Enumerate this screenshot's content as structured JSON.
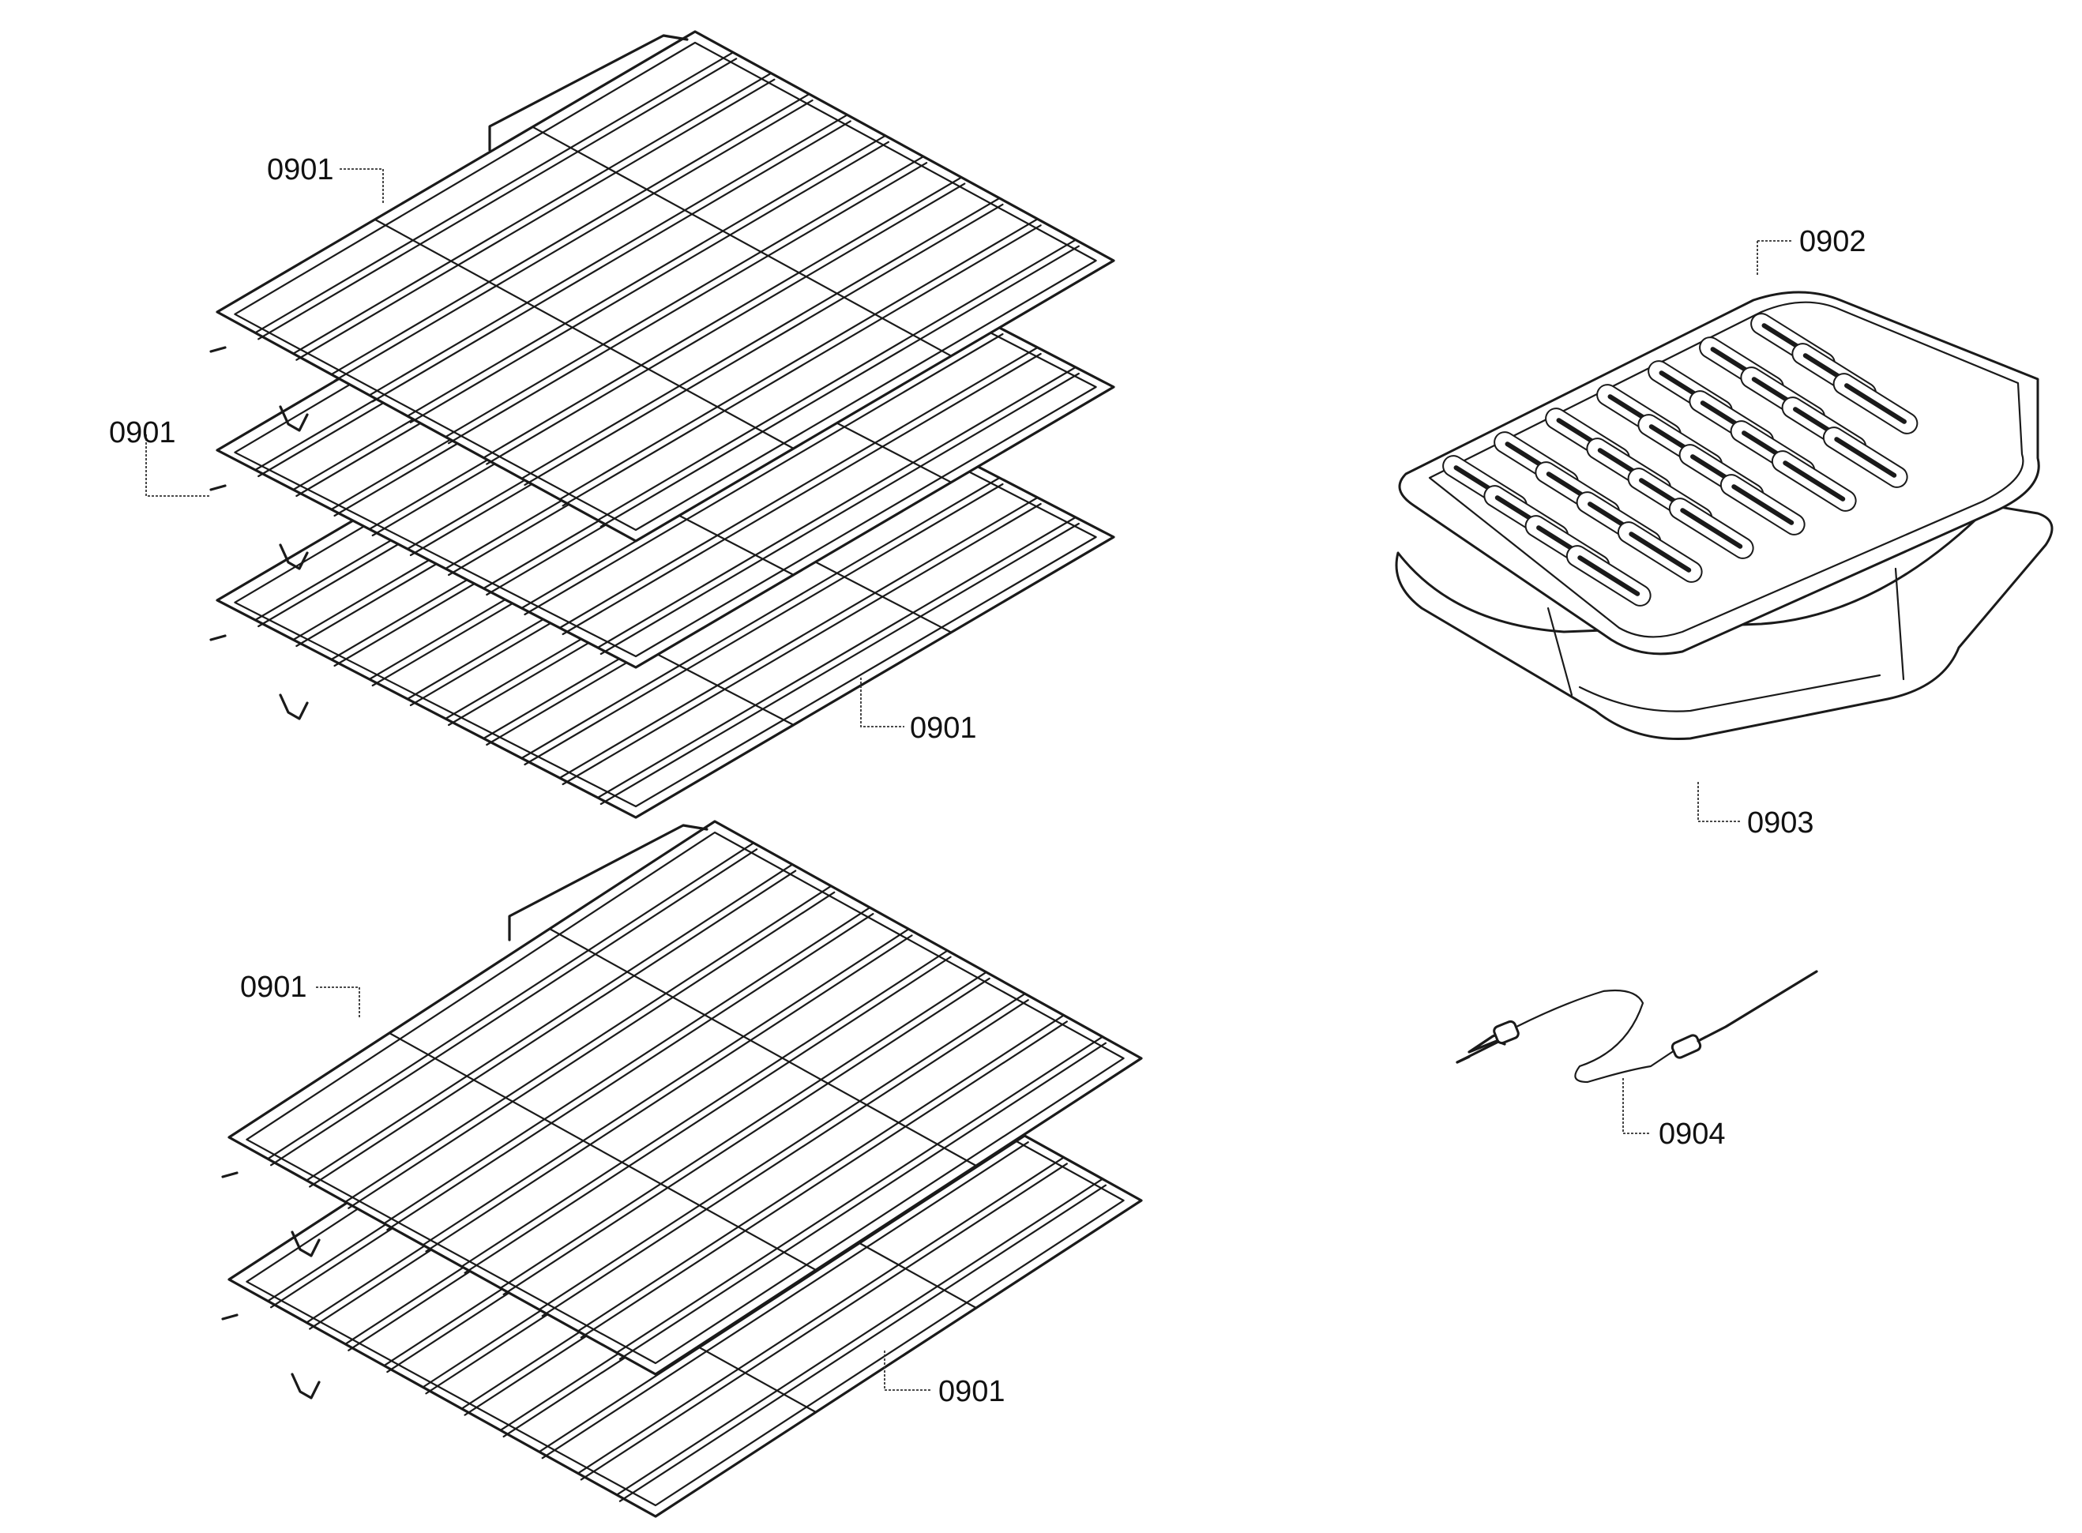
{
  "callouts": [
    {
      "label": "0901"
    },
    {
      "label": "0901"
    },
    {
      "label": "0901"
    },
    {
      "label": "0901"
    },
    {
      "label": "0901"
    },
    {
      "label": "0902"
    },
    {
      "label": "0903"
    },
    {
      "label": "0904"
    }
  ],
  "colors": {
    "line": "#1a1a1a",
    "background": "#ffffff"
  }
}
